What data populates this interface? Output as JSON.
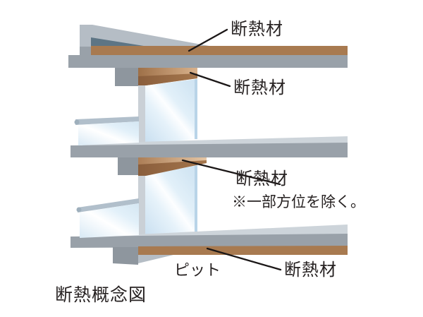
{
  "title": "断熱概念図",
  "labels": {
    "insulation_roof": "断熱材",
    "insulation_ceiling": "断熱材",
    "insulation_middle": "断熱材",
    "insulation_bottom": "断熱材",
    "note": "※一部方位を除く。",
    "pit": "ピット"
  },
  "colors": {
    "background": "#ffffff",
    "slab": "#99a1a9",
    "slab-dark": "#8e969e",
    "floor-surface": "#cdd4da",
    "cap": "#b5bdc5",
    "slope-dark": "#5d7585",
    "insulation-brown": "#a87a50",
    "insulation-brown-dark": "#8a5e3c",
    "insulation-tan": "#d9b28c",
    "mullion": "#cad0d6",
    "rail-cap": "#b1bfcb",
    "rail-nub": "#9eafbc",
    "glass-edge": "#b9d4e8",
    "line": "#1b1717",
    "text": "#262121"
  }
}
